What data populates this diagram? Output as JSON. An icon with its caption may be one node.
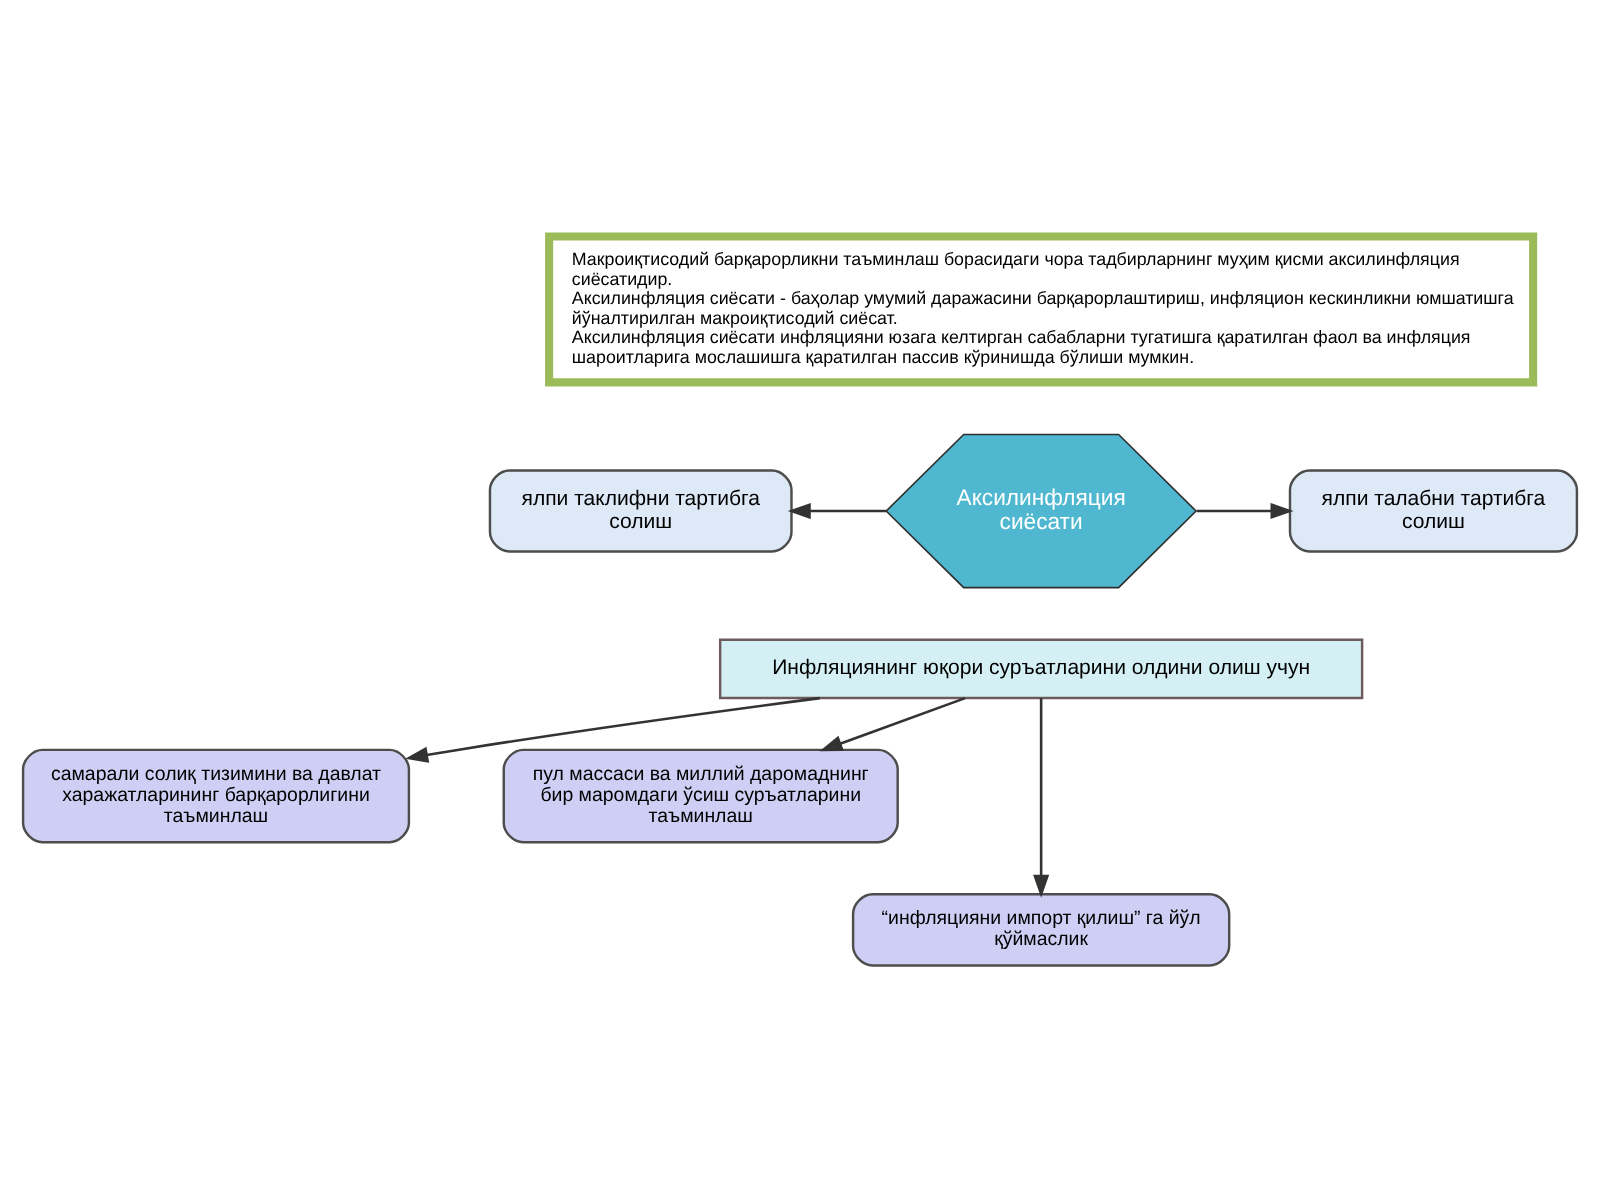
{
  "diagram": {
    "nodes": [
      {
        "text": [
          "Макроиқтисодий барқарорликни таъминлаш борасидаги чора тадбирларнинг муҳим қисми аксилинфляция сиёсатидир.",
          "Аксилинфляция сиёсати - баҳолар умумий даражасини барқарорлаштириш, инфляцион кескинликни юмшатишга йўналтирилган макроиқтисодий сиёсат.",
          "Аксилинфляция сиёсати инфляцияни юзага келтирган сабабларни тугатишга қаратилган фаол ва инфляция шароитларига мослашишга қаратилган пассив кўринишда бўлиши мумкин."
        ]
      },
      {
        "text": [
          "ялпи таклифни тартибга солиш"
        ]
      },
      {
        "text": [
          "Аксилинфляция сиёсати"
        ]
      },
      {
        "text": [
          "ялпи талабни тартибга солиш"
        ]
      },
      {
        "text": [
          "Инфляциянинг юқори суръатларини олдини олиш учун"
        ]
      },
      {
        "text": [
          "самарали солиқ тизимини ва давлат харажатларининг барқарорлигини таъминлаш"
        ]
      },
      {
        "text": [
          "пул массаси ва миллий даромаднинг бир маромдаги ўсиш суръатларини таъминлаш"
        ]
      },
      {
        "text": [
          "“инфляцияни импорт қилиш” га йўл қўймаслик"
        ]
      }
    ],
    "edges": [
      {
        "from": 2,
        "to": 1,
        "arrow": "to"
      },
      {
        "from": 2,
        "to": 3,
        "arrow": "to"
      },
      {
        "from": 4,
        "to": 5,
        "arrow": "to"
      },
      {
        "from": 4,
        "to": 6,
        "arrow": "to"
      },
      {
        "from": 4,
        "to": 7,
        "arrow": "to"
      }
    ]
  }
}
